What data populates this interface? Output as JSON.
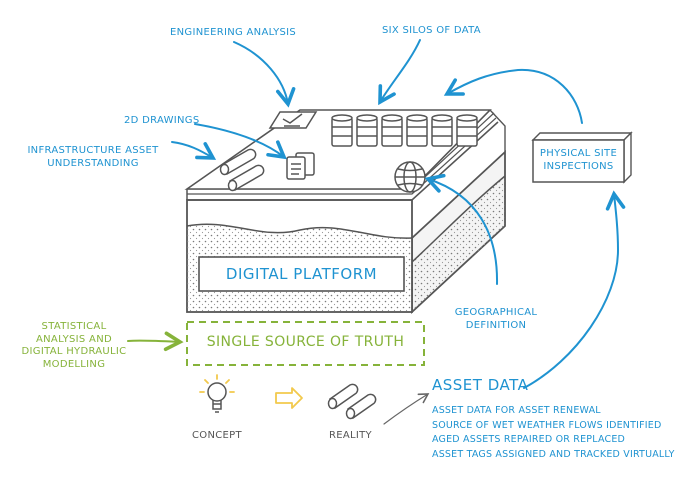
{
  "labels": {
    "engineering_analysis": "ENGINEERING ANALYSIS",
    "six_silos": "SIX SILOS OF DATA",
    "drawings_2d": "2D DRAWINGS",
    "infrastructure_line1": "INFRASTRUCTURE ASSET",
    "infrastructure_line2": "UNDERSTANDING",
    "physical_line1": "PHYSICAL SITE",
    "physical_line2": "INSPECTIONS",
    "digital_platform": "DIGITAL PLATFORM",
    "geographical_line1": "GEOGRAPHICAL",
    "geographical_line2": "DEFINITION",
    "statistical_line1": "STATISTICAL",
    "statistical_line2": "ANALYSIS AND",
    "statistical_line3": "DIGITAL HYDRAULIC",
    "statistical_line4": "MODELLING",
    "single_source": "SINGLE SOURCE OF TRUTH",
    "concept": "CONCEPT",
    "reality": "REALITY"
  },
  "asset_data": {
    "title": "ASSET DATA",
    "items": [
      "ASSET DATA FOR ASSET RENEWAL",
      "SOURCE OF WET WEATHER FLOWS IDENTIFIED",
      "AGED ASSETS REPAIRED OR REPLACED",
      "ASSET TAGS ASSIGNED AND TRACKED VIRTUALLY"
    ]
  },
  "colors": {
    "blue": "#1f93d1",
    "green": "#86b33a",
    "ink": "#555555",
    "yellow": "#f2c94c"
  }
}
